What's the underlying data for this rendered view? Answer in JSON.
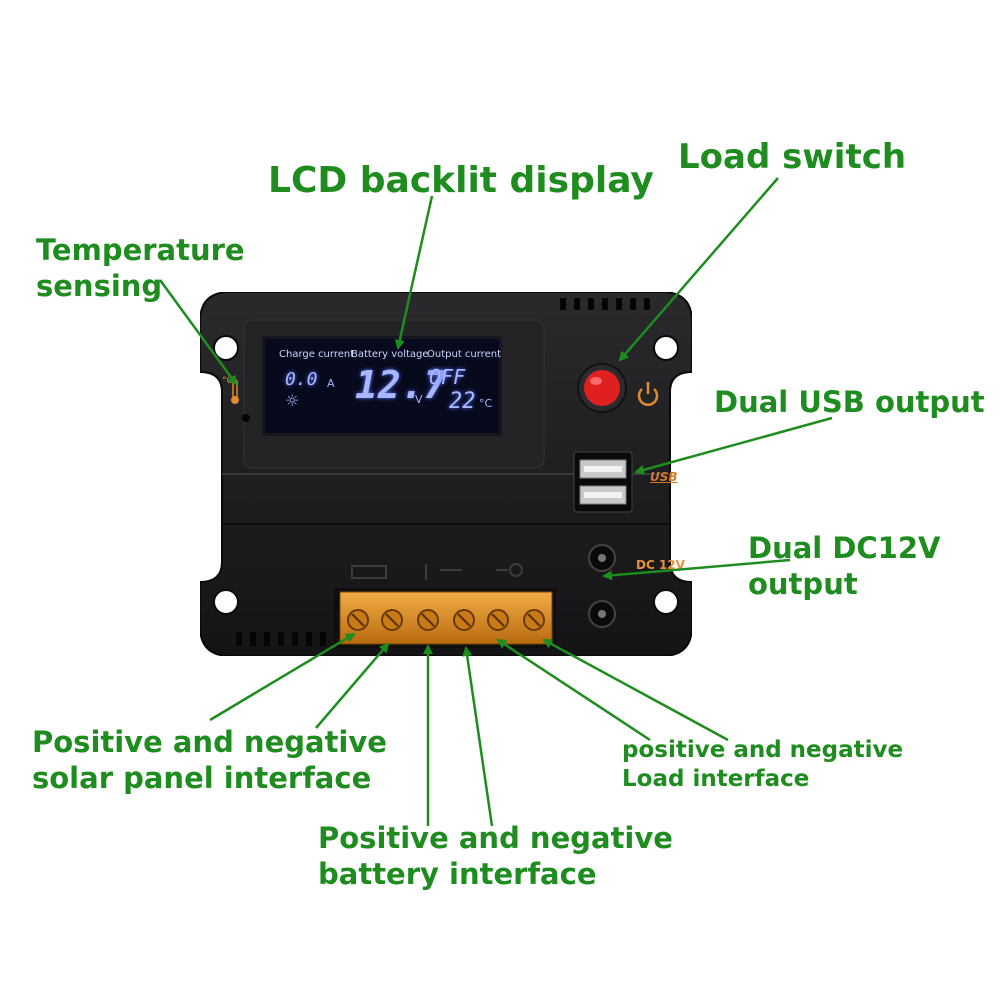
{
  "callouts": {
    "lcd": "LCD backlit display",
    "load_switch": "Load switch",
    "temperature": [
      "Temperature",
      "sensing"
    ],
    "usb": "Dual USB output",
    "dc": [
      "Dual DC12V",
      "output"
    ],
    "solar": [
      "Positive and negative",
      "solar panel interface"
    ],
    "battery": [
      "Positive and negative",
      "battery interface"
    ],
    "load_interface": [
      "positive and negative",
      "Load interface"
    ]
  },
  "lcd": {
    "header_charge": "Charge current",
    "header_battery": "Battery voltage",
    "header_output": "Output current",
    "charge_value": "0.0",
    "charge_unit": "A",
    "battery_value": "12.7",
    "battery_unit": "V",
    "output_value": "OFF",
    "temp_value": "22",
    "temp_unit": "°C"
  },
  "device": {
    "usb_label": "USB",
    "dc_label": "DC 12V"
  },
  "colors": {
    "callout": "#1e8c1e",
    "arrow": "#1e8c1e",
    "case": "#1c1c1e",
    "terminal": "#d98a1e",
    "switch": "#e02020",
    "accent": "#e08a30"
  }
}
